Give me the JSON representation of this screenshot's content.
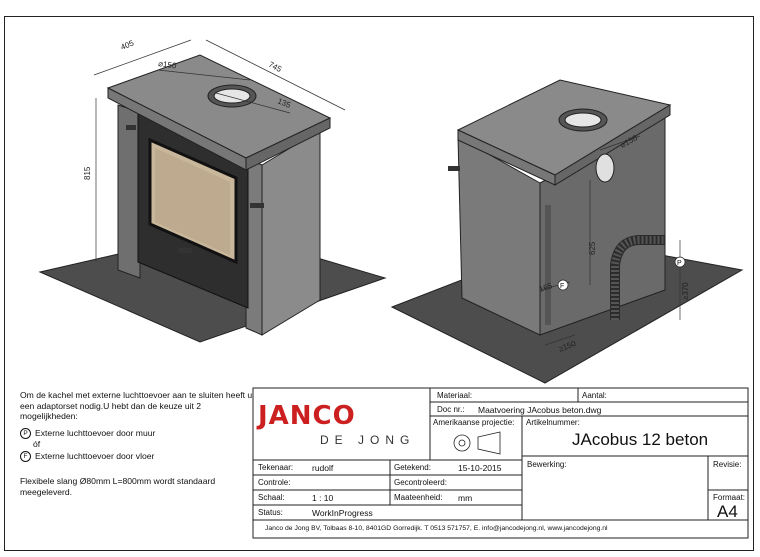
{
  "drawing": {
    "dims_left": {
      "depth": "405",
      "width": "745",
      "height": "815",
      "flue_dia": "⌀150",
      "flue_offset": "135"
    },
    "dims_right": {
      "flue_dia": "⌀150",
      "height": "625",
      "inlet_width": "165",
      "inlet_tag": "F",
      "floor_height": "≥370",
      "floor_tag": "P",
      "bottom_offset": "≥150"
    }
  },
  "note": {
    "text": "Om de kachel met externe luchttoevoer aan te sluiten heeft u een adaptorset nodig.U hebt dan de keuze uit 2 mogelijkheden:",
    "option_p_tag": "P",
    "option_p": "Externe luchttoevoer door muur",
    "or": "óf",
    "option_f_tag": "F",
    "option_f": "Externe luchttoevoer door vloer",
    "hose": "Flexibele slang Ø80mm L=800mm wordt standaard meegeleverd."
  },
  "logo": {
    "name": "JANCO",
    "sub": "DE JONG"
  },
  "titleblock": {
    "materiaal_label": "Materiaal:",
    "aantal_label": "Aantal:",
    "docnr_label": "Doc nr.:",
    "docnr_value": "Maatvoering JAcobus beton.dwg",
    "projection_label": "Amerikaanse projectie:",
    "artikel_label": "Artikelnummer:",
    "artikel_value": "JAcobus 12 beton",
    "tekenaar_label": "Tekenaar:",
    "tekenaar_value": "rudolf",
    "getekend_label": "Getekend:",
    "getekend_value": "15-10-2015",
    "controle_label": "Controle:",
    "gecontroleerd_label": "Gecontroleerd:",
    "schaal_label": "Schaal:",
    "schaal_value": "1 : 10",
    "maateenheid_label": "Maateenheid:",
    "maateenheid_value": "mm",
    "status_label": "Status:",
    "status_value": "WorkInProgress",
    "bewerking_label": "Bewerking:",
    "revisie_label": "Revisie:",
    "formaat_label": "Formaat:",
    "formaat_value": "A4",
    "footer": "Janco de Jong BV, Tolbaas 8-10, 8401GD Gorredijk. T 0513 571757, E. info@jancodejong.nl, www.jancodejong.nl"
  }
}
